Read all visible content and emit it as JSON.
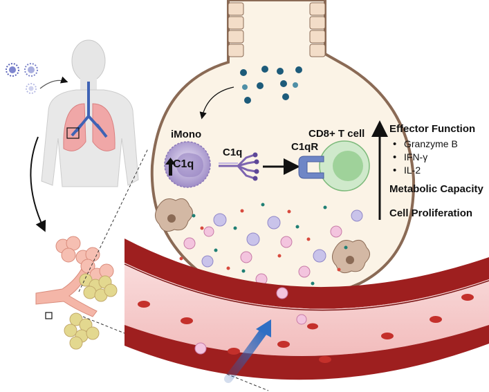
{
  "labels": {
    "imono": "iMono",
    "c1q_in_monocyte": "C1q",
    "c1q": "C1q",
    "c1qr": "C1qR",
    "cd8": "CD8+ T cell"
  },
  "outcomes": {
    "effector_function": "Effector Function",
    "effector_items": [
      "Granzyme B",
      "IFN-γ",
      "IL-2"
    ],
    "metabolic_capacity": "Metabolic Capacity",
    "cell_proliferation": "Cell Proliferation"
  },
  "colors": {
    "alveolus_fill": "#fbf3e6",
    "alveolus_wall": "#8a6a55",
    "vessel_outer": "#9e1f1f",
    "vessel_inner": "#f6cfcf",
    "monocyte": "#b9a8d8",
    "t_cell": "#b9dfb5",
    "receptor": "#6f86c6",
    "virus": "#1d5b7a",
    "flow_arrow": "#2f6fc4"
  }
}
